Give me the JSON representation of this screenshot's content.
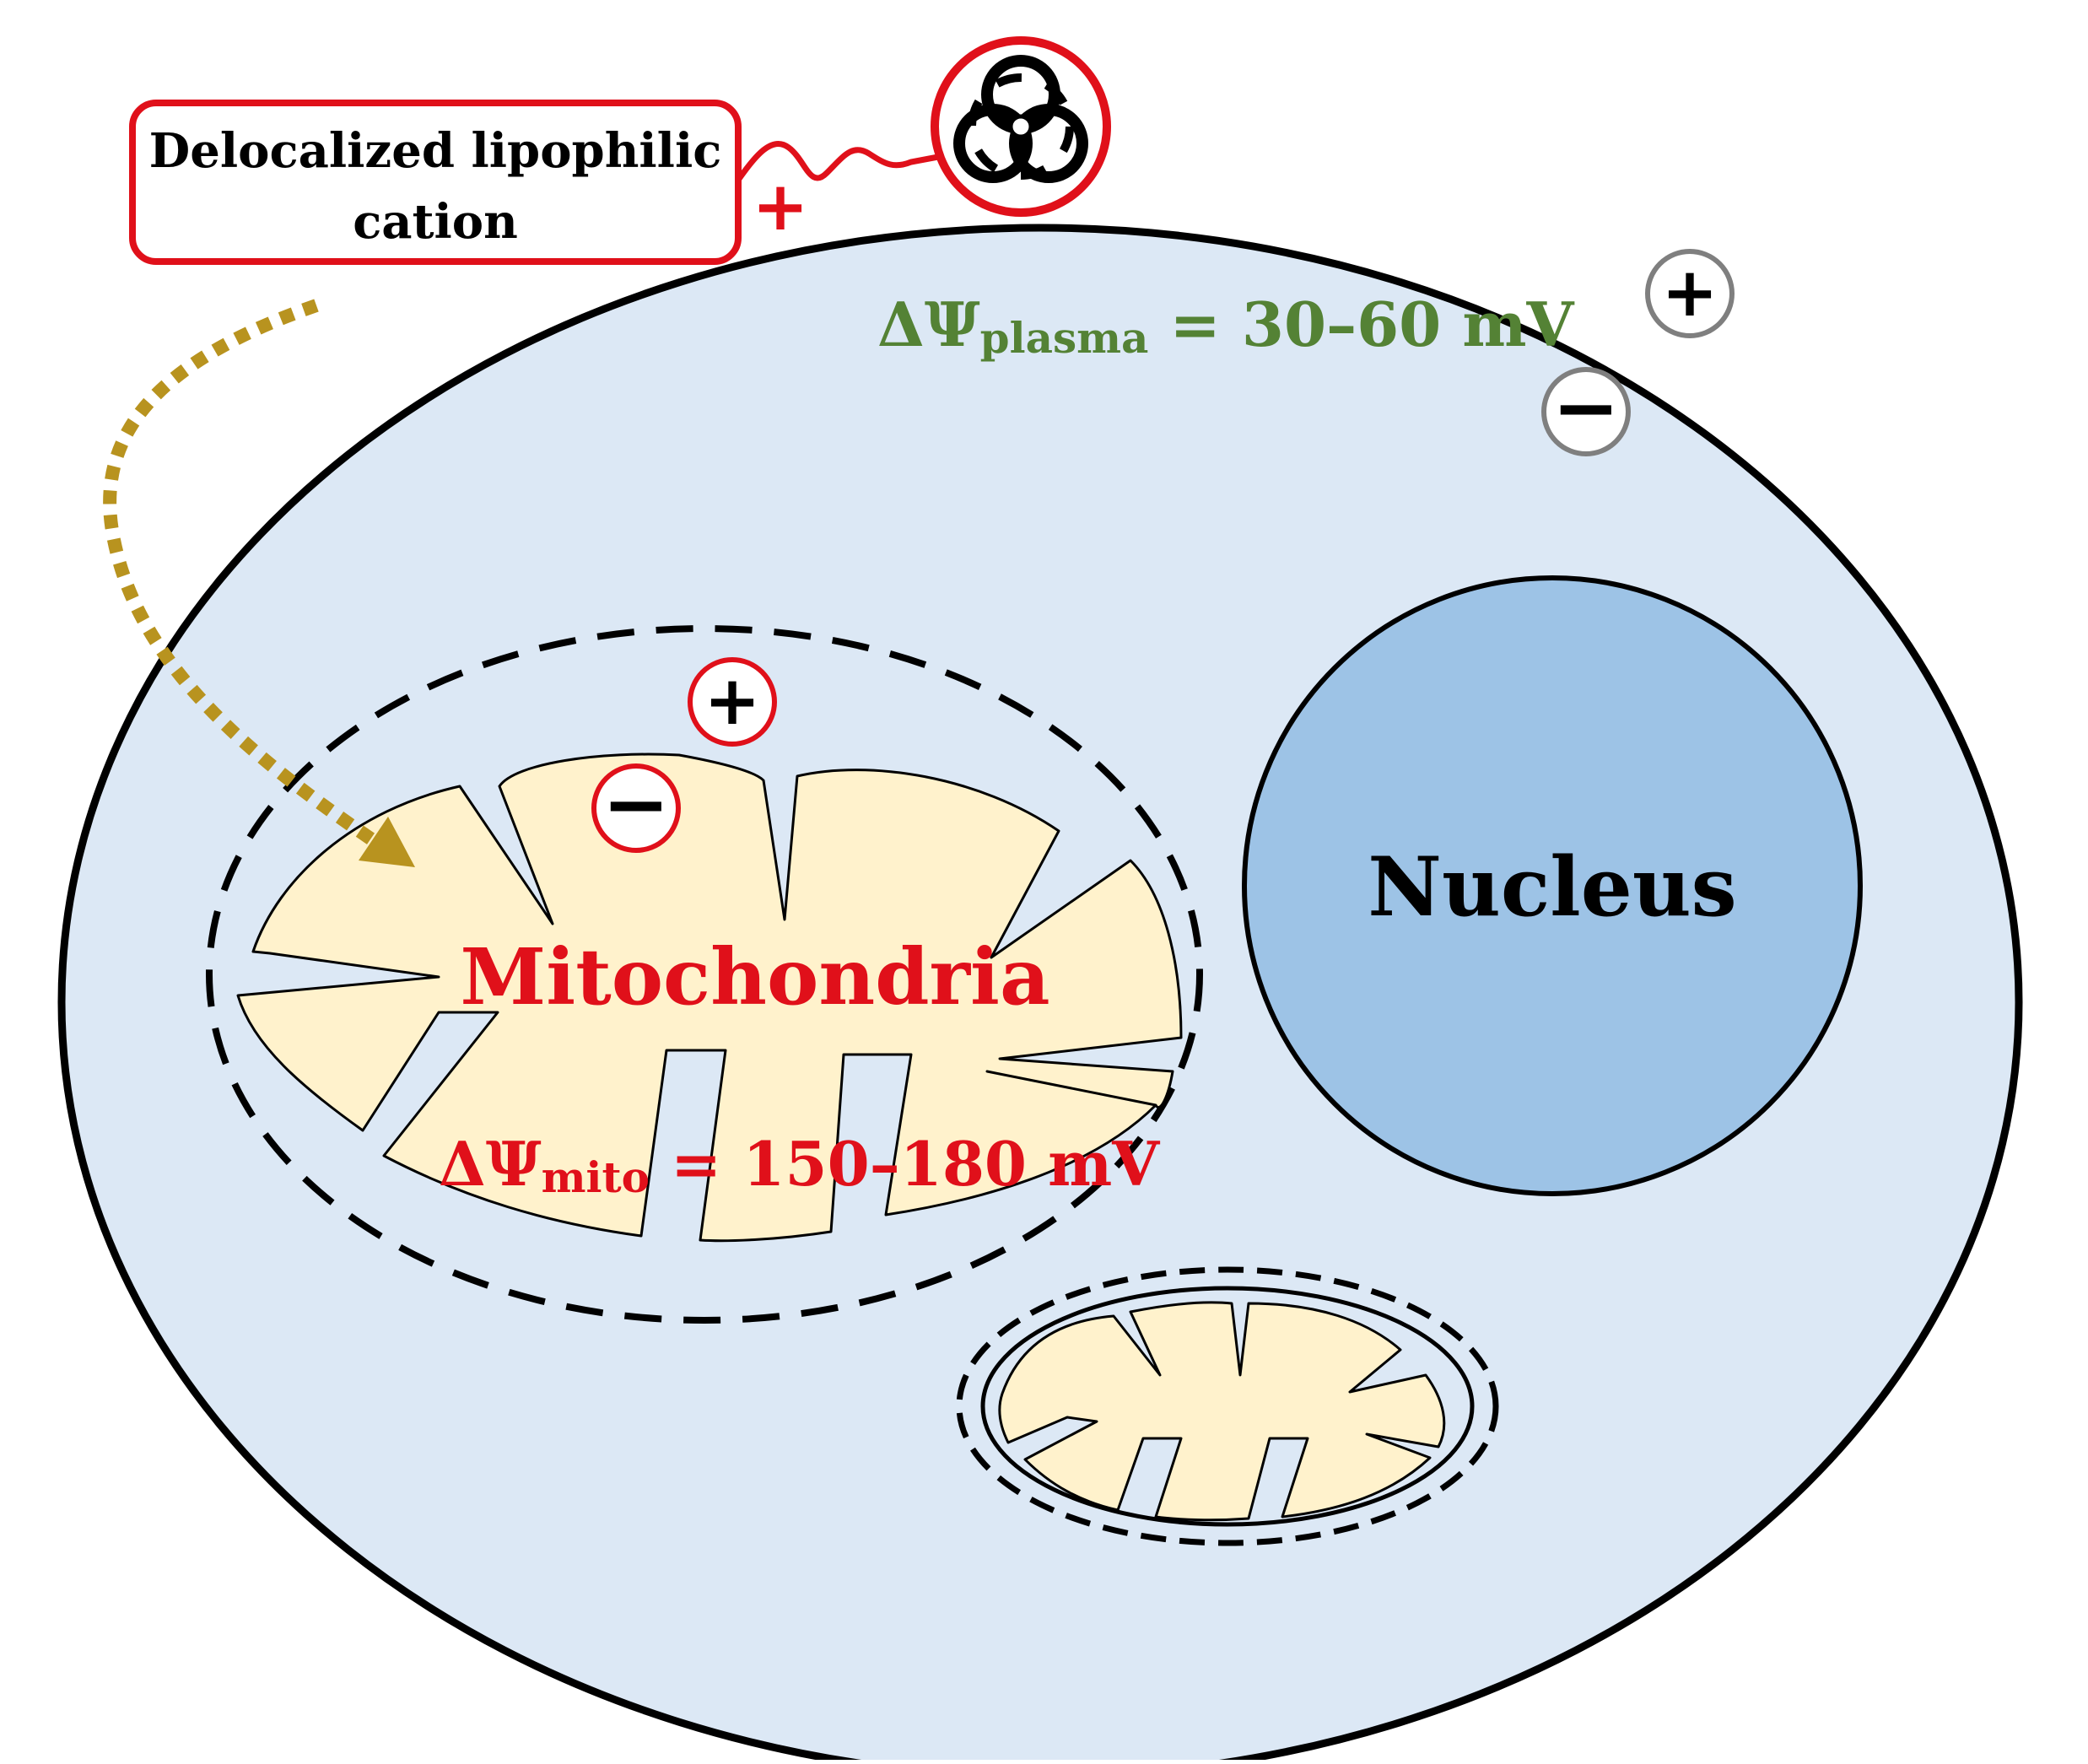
{
  "title": "",
  "cation_label": {
    "line1": "Delocalized lipophilic",
    "line2": "cation",
    "charge": "+"
  },
  "payload": {
    "icon": "biohazard-icon"
  },
  "cell": {
    "plasma_potential": {
      "symbol": "ΔΨ",
      "subscript": "plasma",
      "value": " = 30–60 mV"
    },
    "outer_charge_positive": "+",
    "inner_charge_negative": "−"
  },
  "mitochondrion": {
    "label": "Mitochondria",
    "potential": {
      "symbol": "ΔΨ",
      "subscript": "mito",
      "value": " = 150–180 mV"
    },
    "outer_charge_positive": "+",
    "inner_charge_negative": "−"
  },
  "nucleus": {
    "label": "Nucleus"
  },
  "colors": {
    "cytoplasm": "#dce8f5",
    "nucleus": "#9dc3e6",
    "mitochondria_fill": "#fff2cc",
    "cation_red": "#e0101a",
    "plasma_green": "#548235",
    "arrow_gold": "#b8931f",
    "outline": "#000000",
    "gray_ring": "#7f7f7f"
  }
}
